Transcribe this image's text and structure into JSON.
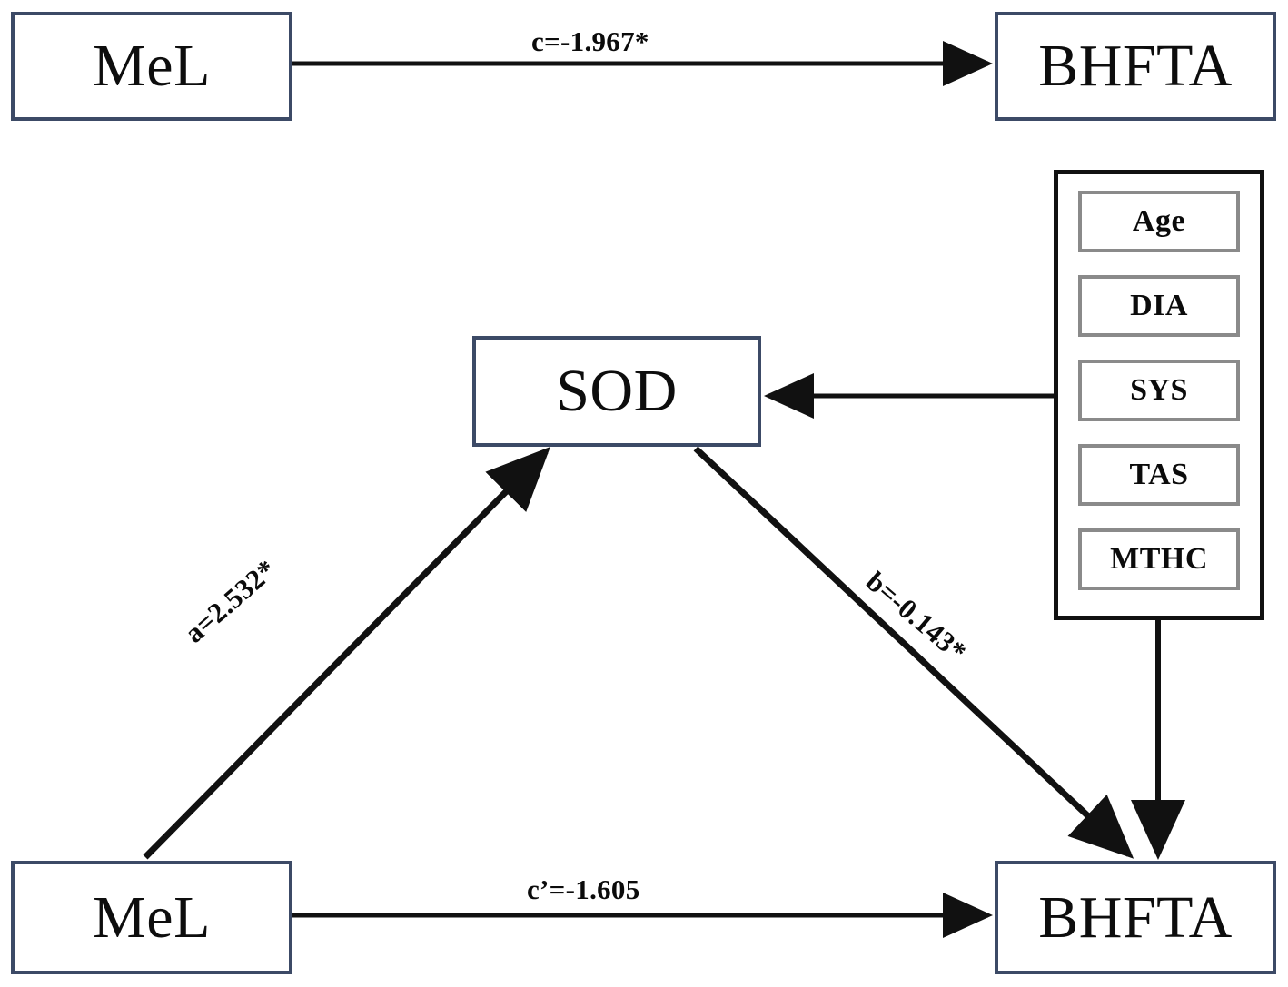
{
  "diagram": {
    "type": "mediation-path-diagram",
    "nodes": {
      "mel_top": "MeL",
      "bhfta_top": "BHFTA",
      "sod": "SOD",
      "mel_bottom": "MeL",
      "bhfta_bottom": "BHFTA"
    },
    "paths": {
      "total_effect": "c=-1.967*",
      "direct_effect": "c’=-1.605",
      "a_path": "a=2.532*",
      "b_path": "b=-0.143*"
    },
    "covariates": {
      "items": [
        {
          "label": "Age"
        },
        {
          "label": "DIA"
        },
        {
          "label": "SYS"
        },
        {
          "label": "TAS"
        },
        {
          "label": "MTHC"
        }
      ]
    },
    "colors": {
      "node_border": "#3c4a66",
      "panel_border": "#111111",
      "covariate_border": "#8a8a8a",
      "arrow": "#111111",
      "background": "#ffffff",
      "text": "#0d0d0d"
    }
  }
}
